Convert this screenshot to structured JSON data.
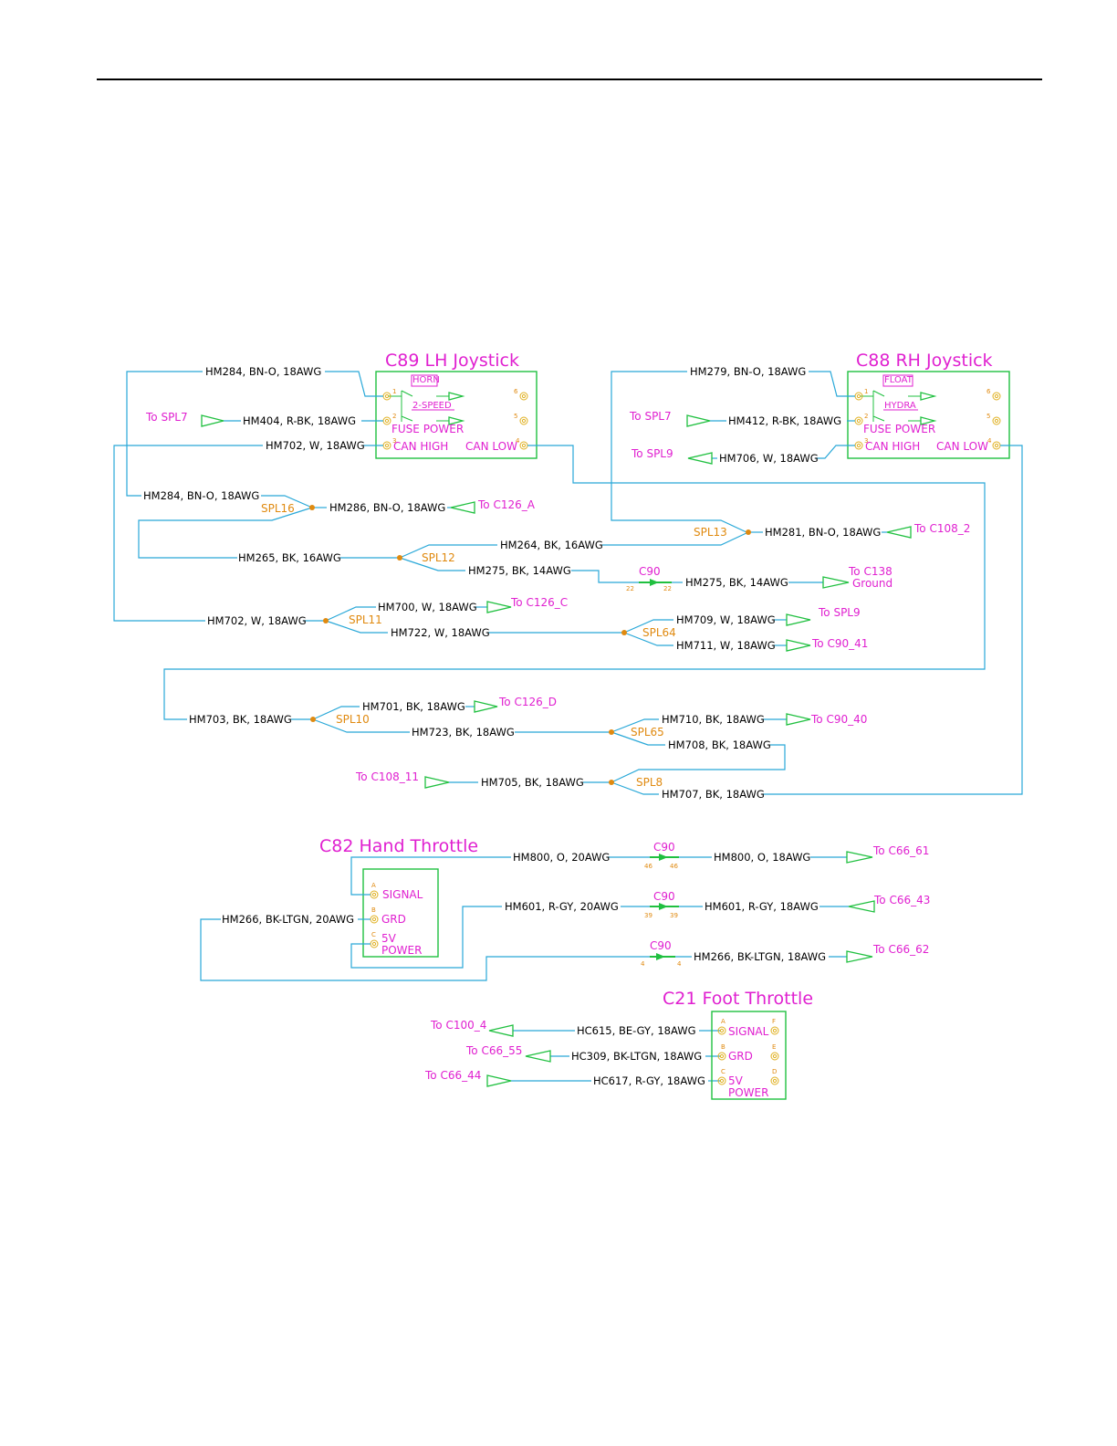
{
  "connectors": {
    "c89": {
      "title": "C89  LH  Joystick",
      "switch1": "HORN",
      "switch2": "2-SPEED",
      "fuse_power": "FUSE  POWER",
      "can_high": "CAN  HIGH",
      "can_low": "CAN  LOW",
      "pins": [
        "1",
        "2",
        "3",
        "4",
        "5",
        "6"
      ]
    },
    "c88": {
      "title": "C88  RH  Joystick",
      "switch1": "FLOAT",
      "switch2": "HYDRA",
      "fuse_power": "FUSE  POWER",
      "can_high": "CAN  HIGH",
      "can_low": "CAN  LOW",
      "pins": [
        "1",
        "2",
        "3",
        "4",
        "5",
        "6"
      ]
    },
    "c82": {
      "title": "C82  Hand  Throttle",
      "pins": [
        "A",
        "B",
        "C"
      ],
      "signal": "SIGNAL",
      "grd": "GRD",
      "v5": "5V",
      "power": "POWER"
    },
    "c21": {
      "title": "C21  Foot  Throttle",
      "pins": [
        "A",
        "B",
        "C",
        "F",
        "E",
        "D"
      ],
      "signal": "SIGNAL",
      "grd": "GRD",
      "v5": "5V",
      "power": "POWER"
    }
  },
  "wires": {
    "w1": "HM284,  BN-O,  18AWG",
    "w2": "HM404,  R-BK,  18AWG",
    "w3": "HM702,  W,  18AWG",
    "w4": "HM279,  BN-O,  18AWG",
    "w5": "HM412,  R-BK,  18AWG",
    "w6": "HM706,  W,  18AWG",
    "w7": "HM284,  BN-O,  18AWG",
    "w8": "HM286,  BN-O,  18AWG",
    "w9": "HM281,  BN-O,  18AWG",
    "w10": "HM264,  BK,  16AWG",
    "w11": "HM265,  BK,  16AWG",
    "w12": "HM275,  BK,  14AWG",
    "w13": "HM275,  BK,  14AWG",
    "w14": "HM700,  W,  18AWG",
    "w15": "HM702,  W,  18AWG",
    "w16": "HM722,  W,  18AWG",
    "w17": "HM709,  W,  18AWG",
    "w18": "HM711,  W,  18AWG",
    "w19": "HM701,  BK,  18AWG",
    "w20": "HM703,  BK,  18AWG",
    "w21": "HM723,  BK,  18AWG",
    "w22": "HM710,  BK,  18AWG",
    "w23": "HM708,  BK,  18AWG",
    "w24": "HM705,  BK,  18AWG",
    "w25": "HM707,  BK,  18AWG",
    "w26": "HM800,  O,  20AWG",
    "w27": "HM800,  O,  18AWG",
    "w28": "HM601,  R-GY,  20AWG",
    "w29": "HM601,  R-GY,  18AWG",
    "w30": "HM266,  BK-LTGN,  20AWG",
    "w31": "HM266,  BK-LTGN,  18AWG",
    "w32": "HC615,  BE-GY,  18AWG",
    "w33": "HC309,  BK-LTGN,  18AWG",
    "w34": "HC617,  R-GY,  18AWG"
  },
  "destinations": {
    "d1": "To  SPL7",
    "d2": "To  SPL7",
    "d3": "To  SPL9",
    "d4": "To  C126_A",
    "d5": "To  C108_2",
    "d6": "To  C138",
    "d6b": "Ground",
    "d7": "To  C126_C",
    "d8": "To  SPL9",
    "d9": "To  C90_41",
    "d10": "To  C126_D",
    "d11": "To  C90_40",
    "d12": "To  C108_11",
    "d13": "To  C66_61",
    "d14": "To  C66_43",
    "d15": "To  C66_62",
    "d16": "To  C100_4",
    "d17": "To  C66_55",
    "d18": "To  C66_44"
  },
  "splices": {
    "s16": "SPL16",
    "s13": "SPL13",
    "s12": "SPL12",
    "s11": "SPL11",
    "s64": "SPL64",
    "s10": "SPL10",
    "s65": "SPL65",
    "s8": "SPL8"
  },
  "inline": {
    "c90a": {
      "name": "C90",
      "pins": [
        "22",
        "22"
      ]
    },
    "c90b": {
      "name": "C90",
      "pins": [
        "46",
        "46"
      ]
    },
    "c90c": {
      "name": "C90",
      "pins": [
        "39",
        "39"
      ]
    },
    "c90d": {
      "name": "C90",
      "pins": [
        "4",
        "4"
      ]
    }
  }
}
